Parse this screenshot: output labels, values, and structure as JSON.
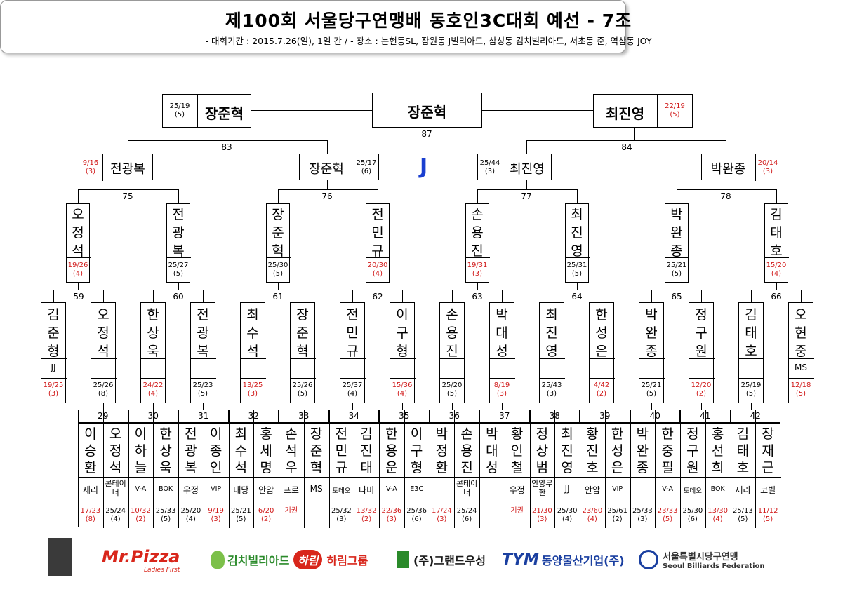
{
  "header": {
    "title": "제100회 서울당구연맹배 동호인3C대회 예선 - 7조",
    "subtitle": "- 대회기간 : 2015.7.26(일), 1일 간 / - 장소 : 논현동SL, 잠원동 J빌리아드, 삼성동 김치빌리아드, 서초동 준, 역삼동 JOY"
  },
  "group_letter": "J",
  "final": {
    "winner": "장준혁",
    "number": "87",
    "left": {
      "name": "장준혁",
      "score": "25/19",
      "inn": "(5)"
    },
    "right": {
      "name": "최진영",
      "score": "22/19",
      "inn": "(5)"
    }
  },
  "semis": [
    {
      "number": "83"
    },
    {
      "number": "84"
    }
  ],
  "quarters": [
    {
      "name": "전광복",
      "score": "9/16",
      "inn": "(3)",
      "red": true
    },
    {
      "name": "장준혁",
      "score": "25/17",
      "inn": "(6)",
      "red": false
    },
    {
      "name": "최진영",
      "score": "25/44",
      "inn": "(3)",
      "red": false
    },
    {
      "name": "박완종",
      "score": "20/14",
      "inn": "(3)",
      "red": true
    }
  ],
  "quarter_numbers": [
    "75",
    "76",
    "77",
    "78"
  ],
  "round16": [
    {
      "name": "오정석",
      "score": "19/26",
      "inn": "(4)",
      "red": true
    },
    {
      "name": "전광복",
      "score": "25/27",
      "inn": "(5)",
      "red": false
    },
    {
      "name": "장준혁",
      "score": "25/30",
      "inn": "(5)",
      "red": false
    },
    {
      "name": "전민규",
      "score": "20/30",
      "inn": "(4)",
      "red": true
    },
    {
      "name": "손용진",
      "score": "19/31",
      "inn": "(3)",
      "red": true
    },
    {
      "name": "최진영",
      "score": "25/31",
      "inn": "(5)",
      "red": false
    },
    {
      "name": "박완종",
      "score": "25/21",
      "inn": "(5)",
      "red": false
    },
    {
      "name": "김태호",
      "score": "15/20",
      "inn": "(4)",
      "red": true
    }
  ],
  "round16_numbers": [
    "59",
    "60",
    "61",
    "62",
    "63",
    "64",
    "65",
    "66"
  ],
  "round32": [
    {
      "name": "김준형",
      "club": "JJ",
      "score": "19/25",
      "inn": "(3)",
      "red": true
    },
    {
      "name": "오정석",
      "club": "",
      "score": "25/26",
      "inn": "(8)",
      "red": false
    },
    {
      "name": "한상욱",
      "club": "",
      "score": "24/22",
      "inn": "(4)",
      "red": true
    },
    {
      "name": "전광복",
      "club": "",
      "score": "25/23",
      "inn": "(5)",
      "red": false
    },
    {
      "name": "최수석",
      "club": "",
      "score": "13/25",
      "inn": "(3)",
      "red": true
    },
    {
      "name": "장준혁",
      "club": "",
      "score": "25/26",
      "inn": "(5)",
      "red": false
    },
    {
      "name": "전민규",
      "club": "",
      "score": "25/37",
      "inn": "(4)",
      "red": false
    },
    {
      "name": "이구형",
      "club": "",
      "score": "15/36",
      "inn": "(4)",
      "red": true
    },
    {
      "name": "손용진",
      "club": "",
      "score": "25/20",
      "inn": "(5)",
      "red": false
    },
    {
      "name": "박대성",
      "club": "",
      "score": "8/19",
      "inn": "(3)",
      "red": true
    },
    {
      "name": "최진영",
      "club": "",
      "score": "25/43",
      "inn": "(3)",
      "red": false
    },
    {
      "name": "한성은",
      "club": "",
      "score": "4/42",
      "inn": "(2)",
      "red": true
    },
    {
      "name": "박완종",
      "club": "",
      "score": "25/21",
      "inn": "(5)",
      "red": false
    },
    {
      "name": "정구원",
      "club": "",
      "score": "12/20",
      "inn": "(2)",
      "red": true
    },
    {
      "name": "김태호",
      "club": "",
      "score": "25/19",
      "inn": "(5)",
      "red": false
    },
    {
      "name": "오현중",
      "club": "MS",
      "score": "12/18",
      "inn": "(5)",
      "red": true
    }
  ],
  "round64_numbers": [
    "29",
    "30",
    "31",
    "32",
    "33",
    "34",
    "35",
    "36",
    "37",
    "38",
    "39",
    "40",
    "41",
    "42"
  ],
  "round64": [
    {
      "name": "이승환",
      "club": "세리",
      "score": "17/23",
      "inn": "(8)",
      "red": true
    },
    {
      "name": "오정석",
      "club": "콘테이너",
      "score": "25/24",
      "inn": "(4)",
      "red": false
    },
    {
      "name": "이하늘",
      "club": "V-A",
      "score": "10/32",
      "inn": "(2)",
      "red": true
    },
    {
      "name": "한상욱",
      "club": "BOK",
      "score": "25/33",
      "inn": "(5)",
      "red": false
    },
    {
      "name": "전광복",
      "club": "우정",
      "score": "25/20",
      "inn": "(4)",
      "red": false
    },
    {
      "name": "이종인",
      "club": "VIP",
      "score": "9/19",
      "inn": "(3)",
      "red": true
    },
    {
      "name": "최수석",
      "club": "대당",
      "score": "25/21",
      "inn": "(5)",
      "red": false
    },
    {
      "name": "홍세명",
      "club": "안암",
      "score": "6/20",
      "inn": "(2)",
      "red": true
    },
    {
      "name": "손석우",
      "club": "프로",
      "score": "기권",
      "inn": "",
      "red": true
    },
    {
      "name": "장준혁",
      "club": "MS",
      "score": "",
      "inn": "",
      "red": false
    },
    {
      "name": "전민규",
      "club": "토데오",
      "score": "25/32",
      "inn": "(3)",
      "red": false
    },
    {
      "name": "김진태",
      "club": "나비",
      "score": "13/32",
      "inn": "(2)",
      "red": true
    },
    {
      "name": "한용운",
      "club": "V-A",
      "score": "22/36",
      "inn": "(3)",
      "red": true
    },
    {
      "name": "이구형",
      "club": "E3C",
      "score": "25/36",
      "inn": "(6)",
      "red": false
    },
    {
      "name": "박정환",
      "club": "",
      "score": "17/24",
      "inn": "(3)",
      "red": true
    },
    {
      "name": "손용진",
      "club": "콘테이너",
      "score": "25/24",
      "inn": "(6)",
      "red": false
    },
    {
      "name": "박대성",
      "club": "",
      "score": "",
      "inn": "",
      "red": false
    },
    {
      "name": "황인철",
      "club": "우정",
      "score": "기권",
      "inn": "",
      "red": true
    },
    {
      "name": "정상범",
      "club": "안양무한",
      "score": "21/30",
      "inn": "(3)",
      "red": true
    },
    {
      "name": "최진영",
      "club": "JJ",
      "score": "25/30",
      "inn": "(4)",
      "red": false
    },
    {
      "name": "황진호",
      "club": "안암",
      "score": "23/60",
      "inn": "(4)",
      "red": true
    },
    {
      "name": "한성은",
      "club": "VIP",
      "score": "25/61",
      "inn": "(2)",
      "red": false
    },
    {
      "name": "박완종",
      "club": "",
      "score": "25/33",
      "inn": "(3)",
      "red": false
    },
    {
      "name": "한중필",
      "club": "V-A",
      "score": "23/33",
      "inn": "(5)",
      "red": true
    },
    {
      "name": "정구원",
      "club": "토데오",
      "score": "25/30",
      "inn": "(6)",
      "red": false
    },
    {
      "name": "홍선희",
      "club": "BOK",
      "score": "13/30",
      "inn": "(4)",
      "red": true
    },
    {
      "name": "김태호",
      "club": "세리",
      "score": "25/13",
      "inn": "(5)",
      "red": false
    },
    {
      "name": "장재근",
      "club": "코빌",
      "score": "11/12",
      "inn": "(5)",
      "red": true
    }
  ],
  "sponsors": [
    {
      "name": "Mr.Pizza",
      "sub": "Ladies First",
      "color": "#d8261b"
    },
    {
      "name": "김치빌리아드",
      "sub": "",
      "color": "#2a8a2a"
    },
    {
      "name": "하림그룹",
      "sub": "하림",
      "color": "#d8261b"
    },
    {
      "name": "(주)그랜드우성",
      "sub": "",
      "color": "#1a1a1a"
    },
    {
      "name": "동양물산기업(주)",
      "sub": "TYM",
      "color": "#1a3fa0"
    },
    {
      "name": "서울특별시당구연맹",
      "sub": "Seoul Billiards Federation",
      "color": "#333"
    }
  ]
}
